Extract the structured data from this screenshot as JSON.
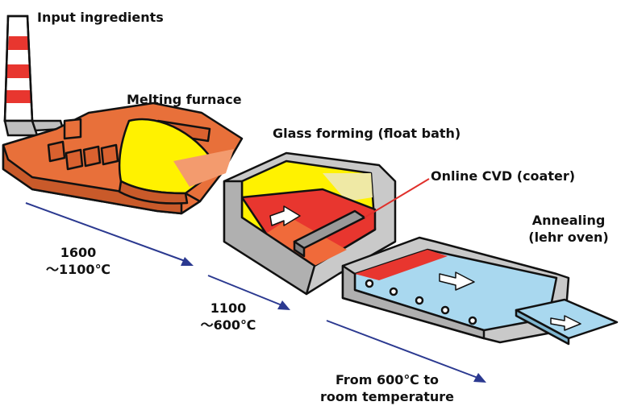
{
  "labels": {
    "input": "Input ingredients",
    "melting": "Melting furnace",
    "forming": "Glass forming (float bath)",
    "cvd": "Online CVD (coater)",
    "annealing_1": "Annealing",
    "annealing_2": "(lehr oven)"
  },
  "temps": {
    "t1_line1": "1600",
    "t1_line2": "～1100℃",
    "t2_line1": "1100",
    "t2_line2": "～600℃",
    "t3_line1": "From 600℃ to",
    "t3_line2": "room temperature"
  },
  "colors": {
    "furnace": "#e8703a",
    "glass_hot": "#fff200",
    "glass_red": "#e8362f",
    "chamber_grey": "#c9c9c9",
    "annealing_glass": "#a9d8ef",
    "arrow_blue": "#2b3990",
    "callout_red": "#e0302b",
    "chimney_red": "#e8362f"
  }
}
